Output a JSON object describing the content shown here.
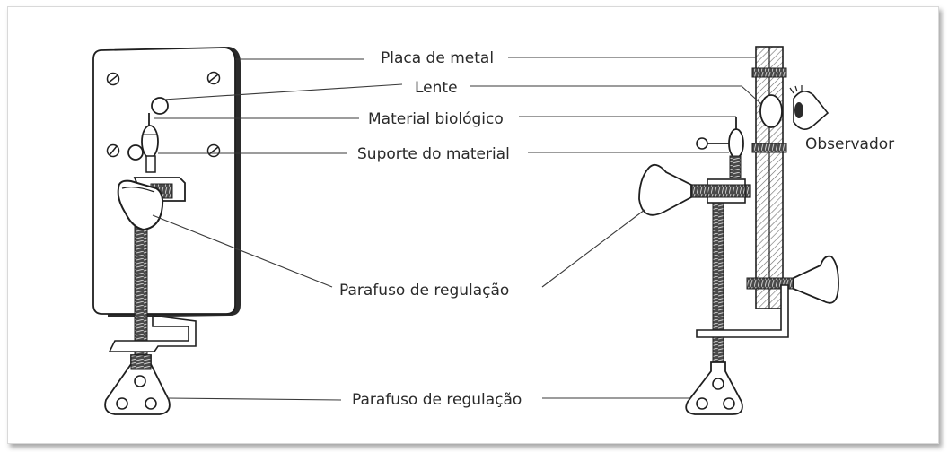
{
  "labels": {
    "placa": "Placa de metal",
    "lente": "Lente",
    "material": "Material biológico",
    "suporte": "Suporte do material",
    "parafuso1": "Parafuso de regulação",
    "parafuso2": "Parafuso de regulação",
    "observador": "Observador"
  },
  "colors": {
    "line": "#1f1f1f",
    "leader": "#3a3a3a",
    "dark": "#2b2b2b",
    "hatch": "#6b6b6b"
  }
}
